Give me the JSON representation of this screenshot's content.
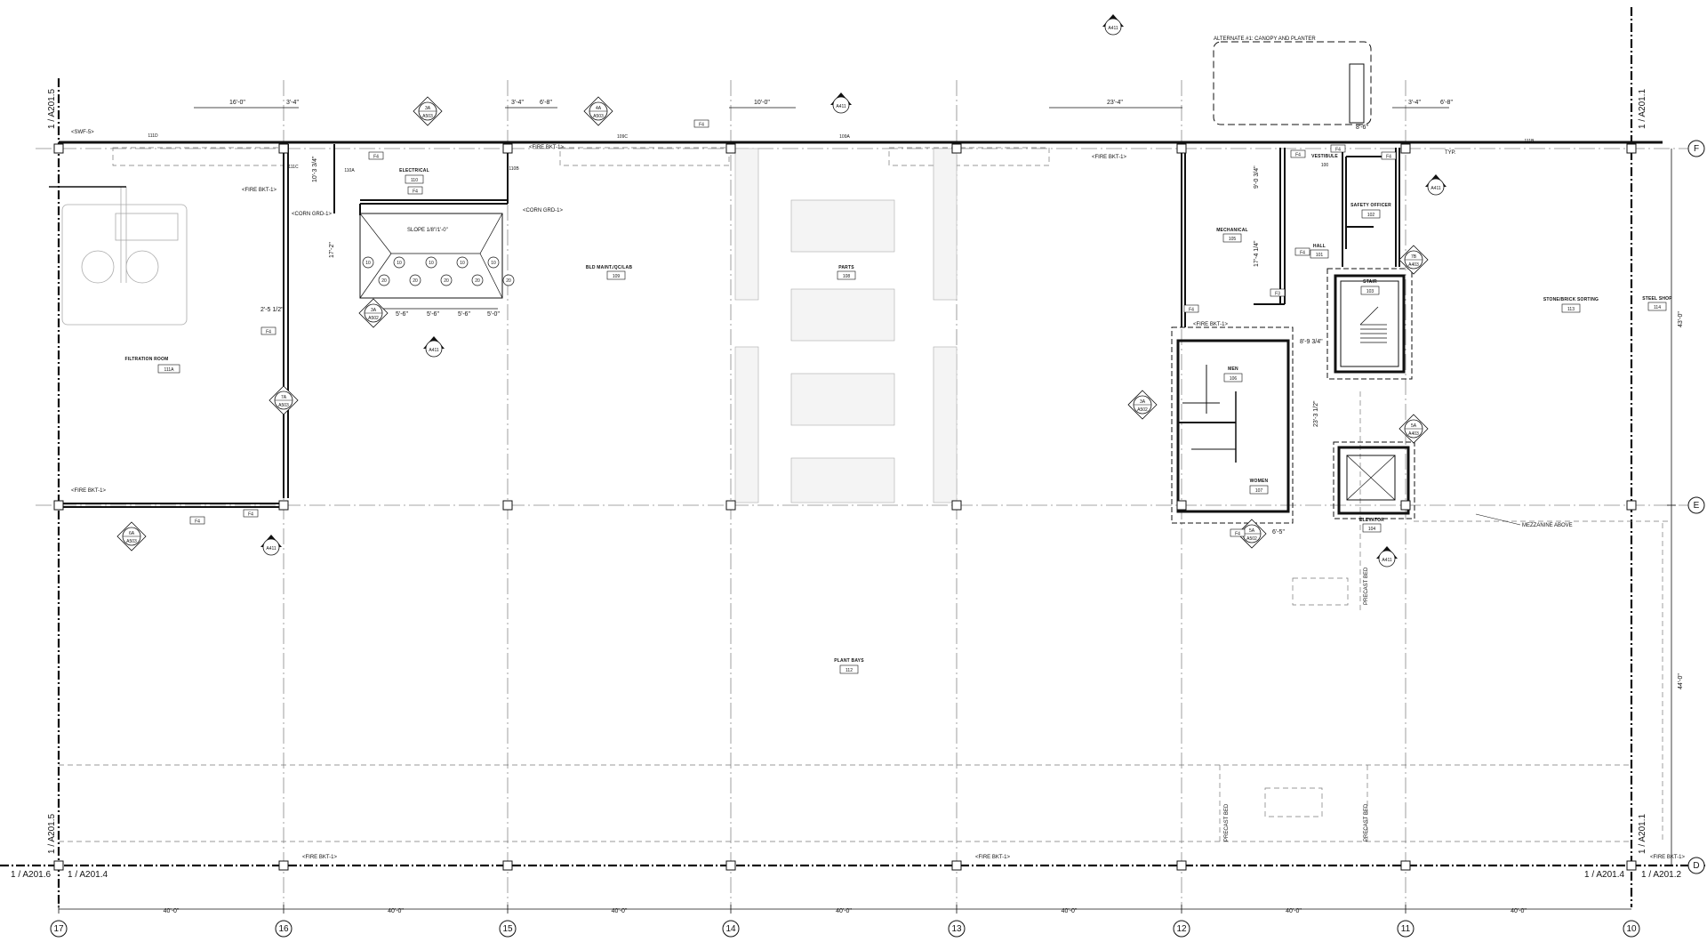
{
  "drawing": {
    "grid_columns": [
      "17",
      "16",
      "15",
      "14",
      "13",
      "12",
      "11",
      "10"
    ],
    "grid_rows": [
      "F",
      "E",
      "D"
    ],
    "bay_dimension": "40'-0\"",
    "vertical_dimensions": [
      "43'-0\"",
      "44'-0\""
    ],
    "sheet_refs": {
      "left_top": "1 / A201.5",
      "left_bottom_vertical": "1 / A201.5",
      "right_top": "1 / A201.1",
      "right_bottom_vertical": "1 / A201.1",
      "bottom_left_a": "1 / A201.6",
      "bottom_left_b": "1 / A201.4",
      "bottom_right_a": "1 / A201.4",
      "bottom_right_b": "1 / A201.2"
    },
    "rooms": [
      {
        "name": "FILTRATION ROOM",
        "number": "111A"
      },
      {
        "name": "ELECTRICAL",
        "number": "110"
      },
      {
        "name": "BLD MAINT./QC/LAB",
        "number": "109"
      },
      {
        "name": "PARTS",
        "number": "108"
      },
      {
        "name": "MECHANICAL",
        "number": "105"
      },
      {
        "name": "VESTIBULE",
        "number": "100"
      },
      {
        "name": "HALL",
        "number": "101"
      },
      {
        "name": "SAFETY OFFICER",
        "number": "102"
      },
      {
        "name": "STAIR",
        "number": "103"
      },
      {
        "name": "MEN",
        "number": "106"
      },
      {
        "name": "WOMEN",
        "number": "107"
      },
      {
        "name": "ELEVATOR",
        "number": "104"
      },
      {
        "name": "PLANT BAYS",
        "number": "112"
      },
      {
        "name": "STONE/BRICK SORTING",
        "number": "113"
      },
      {
        "name": "STEEL SHOP",
        "number": "114"
      }
    ],
    "notes": {
      "fire_bkt": "<FIRE BKT-1>",
      "corn_grd": "<CORN GRD-1>",
      "swf": "<SWF-5>",
      "slope": "SLOPE 1/8\"/1'-0\"",
      "canopy": "ALTERNATE #1: CANOPY AND PLANTER",
      "mezzanine": "MEZZANINE ABOVE",
      "precast_bed": "PRECAST BED",
      "typ": "TYP."
    },
    "top_dimensions": [
      "16'-0\"",
      "3'-4\"",
      "3'-4\"",
      "6'-8\"",
      "10'-0\"",
      "23'-4\"",
      "3'-4\"",
      "6'-8\""
    ],
    "elec_dimensions": [
      "5'-6\"",
      "5'-6\"",
      "5'-6\"",
      "5'-0\""
    ],
    "misc_dimensions": [
      "17'-2\"",
      "10'-3 3/4\"",
      "9'-0 3/4\"",
      "17'-4 1/4\"",
      "8'-9 3/4\"",
      "23'-3 1/2\"",
      "2'-5 1/2\"",
      "8'-6\"",
      "6'-5\""
    ],
    "door_tags": [
      "111D",
      "111C",
      "110A",
      "110B",
      "109C",
      "109A",
      "111B"
    ],
    "section_tags": [
      {
        "num": "3A",
        "sheet": "A503"
      },
      {
        "num": "4A",
        "sheet": "A503"
      },
      {
        "num": "3A",
        "sheet": "A502"
      },
      {
        "num": "7A",
        "sheet": "A503"
      },
      {
        "num": "6A",
        "sheet": "A503"
      },
      {
        "num": "7B",
        "sheet": "A403"
      },
      {
        "num": "5A",
        "sheet": "A403"
      },
      {
        "num": "3A",
        "sheet": "A502"
      },
      {
        "num": "5A",
        "sheet": "A502"
      }
    ],
    "elevation_tags": [
      "A411",
      "A411",
      "A411",
      "A411",
      "A411",
      "A411"
    ],
    "fixture_tags": [
      "10",
      "10",
      "10",
      "10",
      "10",
      "20",
      "20",
      "20",
      "20",
      "20"
    ],
    "wall_tags": [
      "F4",
      "F4",
      "F4",
      "F4",
      "F4",
      "F4",
      "F4",
      "F3",
      "F4",
      "F4",
      "F4",
      "F4",
      "F4"
    ]
  }
}
